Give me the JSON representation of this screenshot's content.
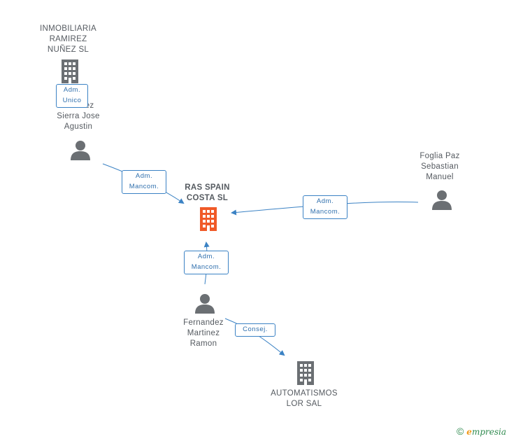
{
  "colors": {
    "edge": "#3b82c4",
    "building_gray": "#6b6f73",
    "building_main": "#f05a28",
    "person": "#6b6f73",
    "label_text": "#555a60",
    "brand_green": "#2f8a4f",
    "brand_orange": "#f29a1c"
  },
  "nodes": {
    "inmobiliaria": {
      "lines": [
        "INMOBILIARIA",
        "RAMIREZ",
        "NUÑEZ SL"
      ],
      "type": "company"
    },
    "ramirez": {
      "lines": [
        "Ramirez",
        "Sierra Jose",
        "Agustin"
      ],
      "type": "person"
    },
    "ras_spain": {
      "lines": [
        "RAS SPAIN",
        "COSTA SL"
      ],
      "type": "company-main"
    },
    "foglia": {
      "lines": [
        "Foglia Paz",
        "Sebastian",
        "Manuel"
      ],
      "type": "person"
    },
    "fernandez": {
      "lines": [
        "Fernandez",
        "Martinez",
        "Ramon"
      ],
      "type": "person"
    },
    "automatismos": {
      "lines": [
        "AUTOMATISMOS",
        "LOR SAL"
      ],
      "type": "company"
    }
  },
  "edges": {
    "adm_unico": {
      "lines": [
        "Adm.",
        "Unico"
      ]
    },
    "ramirez_mancom": {
      "lines": [
        "Adm.",
        "Mancom."
      ]
    },
    "foglia_mancom": {
      "lines": [
        "Adm.",
        "Mancom."
      ]
    },
    "fernandez_mancom": {
      "lines": [
        "Adm.",
        "Mancom."
      ]
    },
    "consej": {
      "lines": [
        "Consej."
      ]
    }
  },
  "brand": {
    "copyright": "©",
    "e": "e",
    "rest": "mpresia"
  }
}
